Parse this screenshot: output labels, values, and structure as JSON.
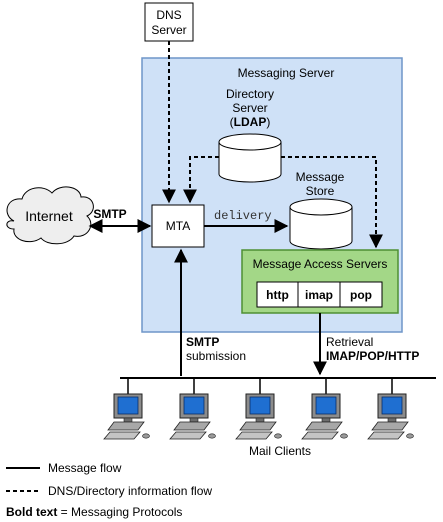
{
  "dns_server": {
    "line1": "DNS",
    "line2": "Server"
  },
  "messaging_server": {
    "title": "Messaging Server",
    "colors": {
      "fill": "#cfe1f7",
      "border": "#6f95c8"
    }
  },
  "directory_server": {
    "line1": "Directory",
    "line2": "Server",
    "protocol_open": "(",
    "protocol": "LDAP",
    "protocol_close": ")"
  },
  "message_store": {
    "line1": "Message",
    "line2": "Store"
  },
  "mta": {
    "label": "MTA"
  },
  "delivery_label": "delivery",
  "internet": {
    "label": "Internet"
  },
  "smtp_internet_label": "SMTP",
  "access_servers": {
    "title": "Message Access Servers",
    "protocols": [
      "http",
      "imap",
      "pop"
    ],
    "colors": {
      "fill": "#a3d787",
      "border": "#4e8f33"
    }
  },
  "smtp_submission": {
    "protocol": "SMTP",
    "text": "submission"
  },
  "retrieval": {
    "text": "Retrieval",
    "protocols": "IMAP/POP/HTTP"
  },
  "mail_clients": {
    "label": "Mail Clients",
    "count": 5
  },
  "legend": {
    "solid": "Message flow",
    "dashed": "DNS/Directory information flow",
    "bold_prefix": "Bold text",
    "bold_suffix": " = Messaging Protocols"
  }
}
